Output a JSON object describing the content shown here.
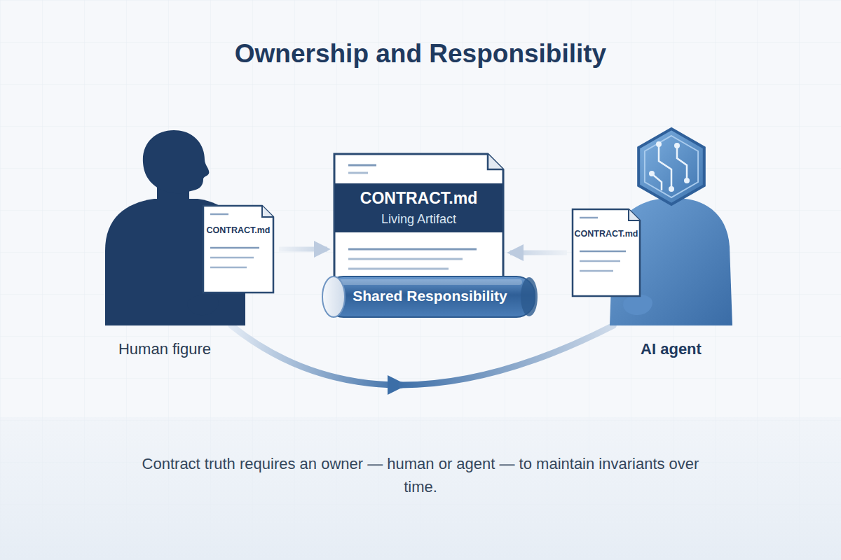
{
  "diagram": {
    "title": "Ownership and Responsibility",
    "caption": "Contract truth requires an owner — human or agent — to maintain invariants over time.",
    "nodes": [
      {
        "text": [
          "Human figure"
        ]
      },
      {
        "text": [
          "CONTRACT.md"
        ],
        "in": 0
      },
      {
        "text": [
          "CONTRACT.md",
          "Living Artifact"
        ]
      },
      {
        "text": [
          "Shared Responsibility"
        ]
      },
      {
        "text": [
          "AI agent"
        ]
      },
      {
        "text": [
          "CONTRACT.md"
        ],
        "in": 4
      }
    ],
    "edges": [
      {
        "from": 1,
        "to": 2,
        "arrow": "to"
      },
      {
        "from": 5,
        "to": 2,
        "arrow": "to"
      },
      {
        "from": 0,
        "to": 4,
        "arrow": "to"
      }
    ]
  }
}
